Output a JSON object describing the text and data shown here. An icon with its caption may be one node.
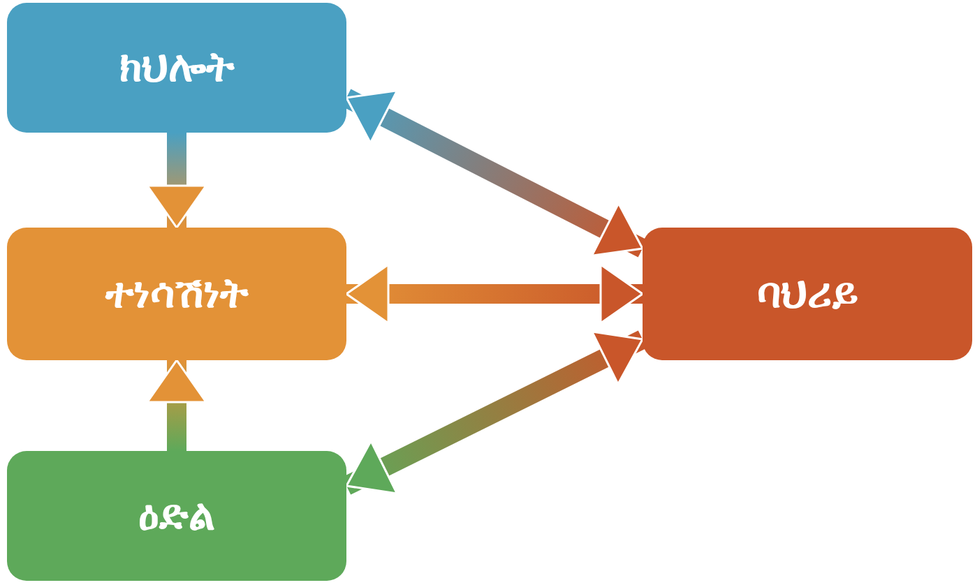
{
  "diagram": {
    "nodes": [
      {
        "text": [
          "ክህሎት"
        ]
      },
      {
        "text": [
          "ተነሳሽነት"
        ]
      },
      {
        "text": [
          "ባህሪይ"
        ]
      },
      {
        "text": [
          "ዕድል"
        ]
      }
    ],
    "edges": [
      {
        "from": 0,
        "to": 1,
        "arrow": "to"
      },
      {
        "from": 0,
        "to": 2,
        "arrow": "both"
      },
      {
        "from": 1,
        "to": 2,
        "arrow": "both"
      },
      {
        "from": 3,
        "to": 1,
        "arrow": "to"
      },
      {
        "from": 3,
        "to": 2,
        "arrow": "both"
      }
    ]
  }
}
